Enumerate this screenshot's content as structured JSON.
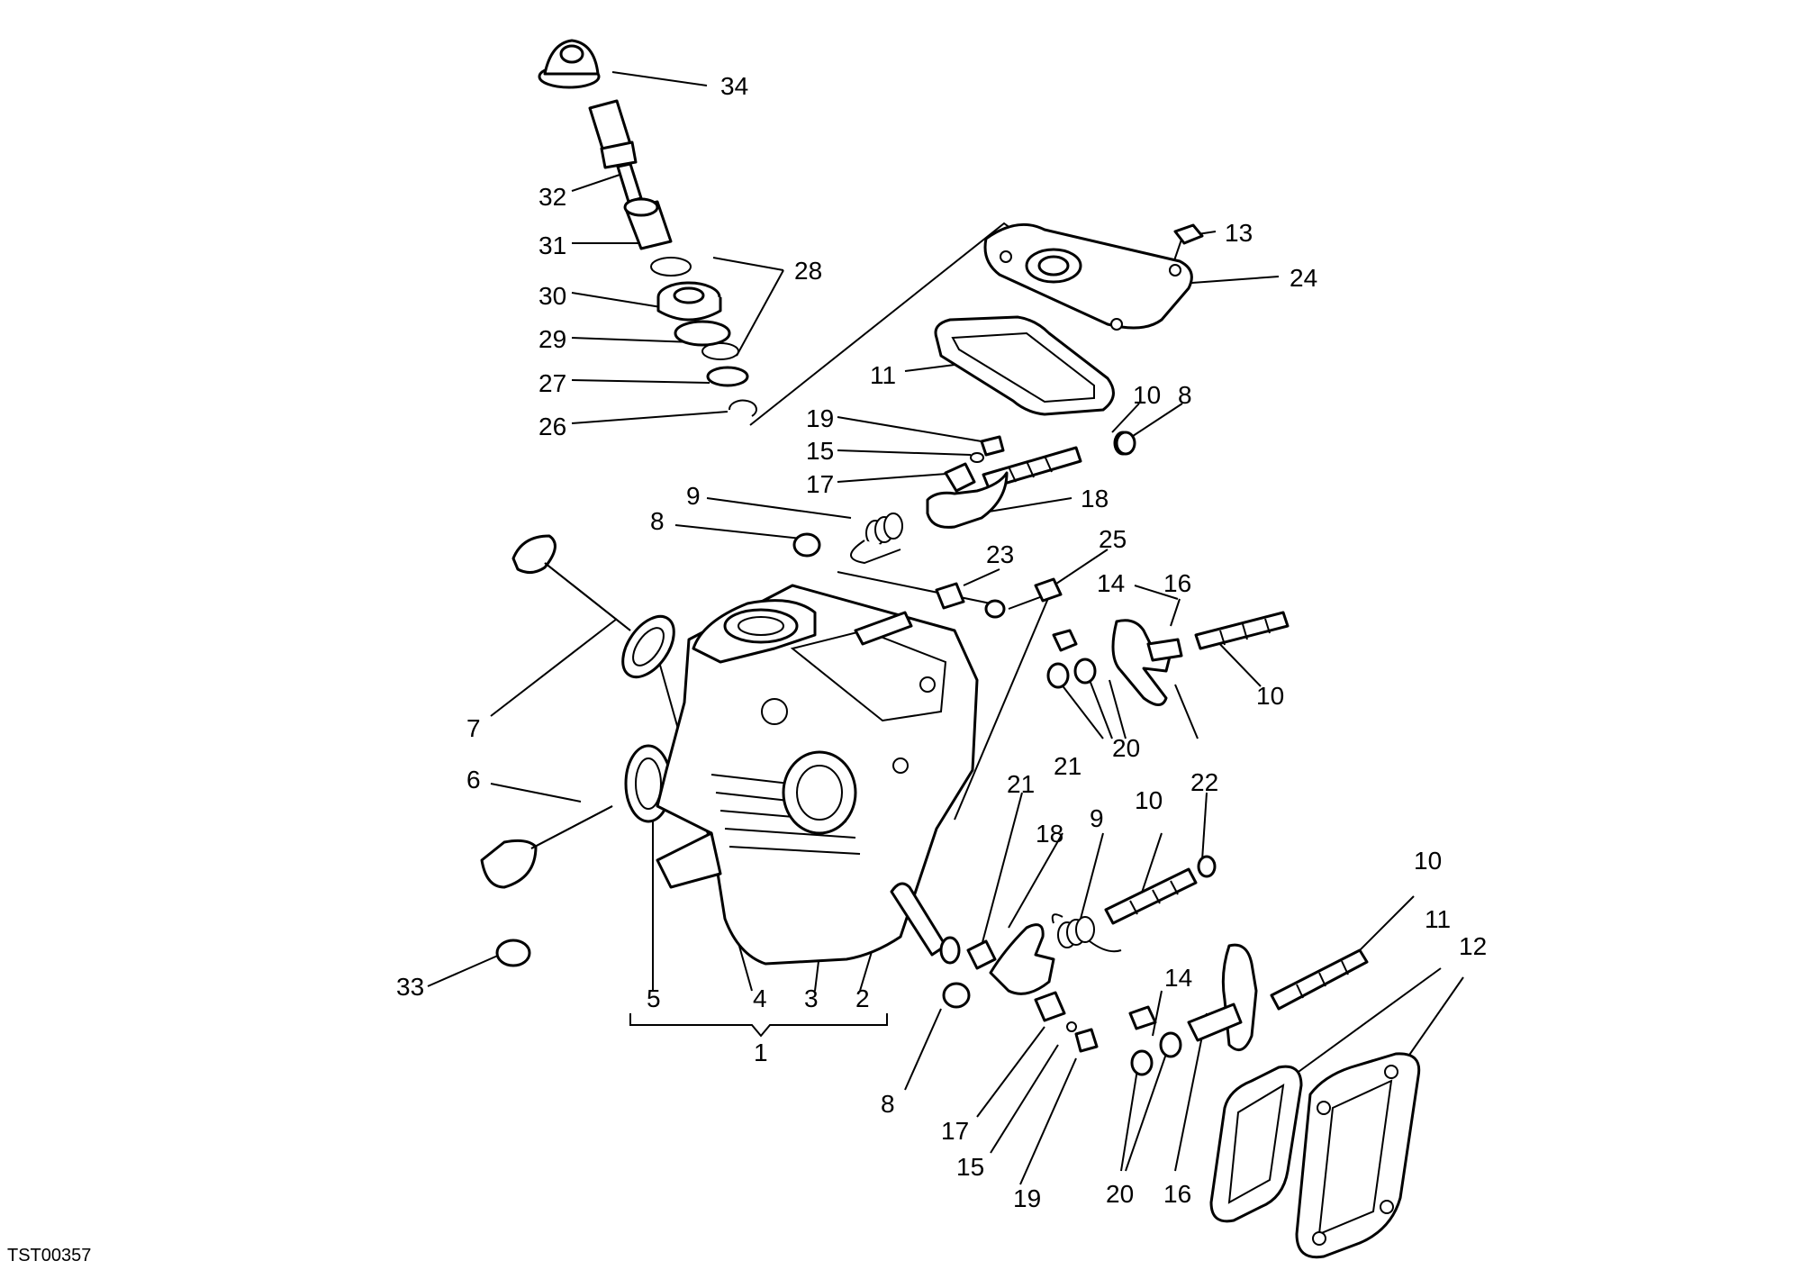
{
  "reference_code": "TST00357",
  "callouts": [
    {
      "id": "c34a",
      "text": "34"
    },
    {
      "id": "c32a",
      "text": "32"
    },
    {
      "id": "c31a",
      "text": "31"
    },
    {
      "id": "c30a",
      "text": "30"
    },
    {
      "id": "c28a",
      "text": "28"
    },
    {
      "id": "c29a",
      "text": "29"
    },
    {
      "id": "c27a",
      "text": "27"
    },
    {
      "id": "c26a",
      "text": "26"
    },
    {
      "id": "c13a",
      "text": "13"
    },
    {
      "id": "c24a",
      "text": "24"
    },
    {
      "id": "c11a",
      "text": "11"
    },
    {
      "id": "c10a",
      "text": "10"
    },
    {
      "id": "c8a",
      "text": "8"
    },
    {
      "id": "c19a",
      "text": "19"
    },
    {
      "id": "c15a",
      "text": "15"
    },
    {
      "id": "c17a",
      "text": "17"
    },
    {
      "id": "c9a",
      "text": "9"
    },
    {
      "id": "c18a",
      "text": "18"
    },
    {
      "id": "c8b",
      "text": "8"
    },
    {
      "id": "c23a",
      "text": "23"
    },
    {
      "id": "c25a",
      "text": "25"
    },
    {
      "id": "c14a",
      "text": "14"
    },
    {
      "id": "c16a",
      "text": "16"
    },
    {
      "id": "c10b",
      "text": "10"
    },
    {
      "id": "c20a",
      "text": "20"
    },
    {
      "id": "c21a",
      "text": "21"
    },
    {
      "id": "c7a",
      "text": "7"
    },
    {
      "id": "c6a",
      "text": "6"
    },
    {
      "id": "c21b",
      "text": "21"
    },
    {
      "id": "c18b",
      "text": "18"
    },
    {
      "id": "c9b",
      "text": "9"
    },
    {
      "id": "c10c",
      "text": "10"
    },
    {
      "id": "c22a",
      "text": "22"
    },
    {
      "id": "c10d",
      "text": "10"
    },
    {
      "id": "c11b",
      "text": "11"
    },
    {
      "id": "c12a",
      "text": "12"
    },
    {
      "id": "c33a",
      "text": "33"
    },
    {
      "id": "c5a",
      "text": "5"
    },
    {
      "id": "c4a",
      "text": "4"
    },
    {
      "id": "c3a",
      "text": "3"
    },
    {
      "id": "c2a",
      "text": "2"
    },
    {
      "id": "c1a",
      "text": "1"
    },
    {
      "id": "c14b",
      "text": "14"
    },
    {
      "id": "c8c",
      "text": "8"
    },
    {
      "id": "c17b",
      "text": "17"
    },
    {
      "id": "c15b",
      "text": "15"
    },
    {
      "id": "c19b",
      "text": "19"
    },
    {
      "id": "c20b",
      "text": "20"
    },
    {
      "id": "c16b",
      "text": "16"
    }
  ]
}
